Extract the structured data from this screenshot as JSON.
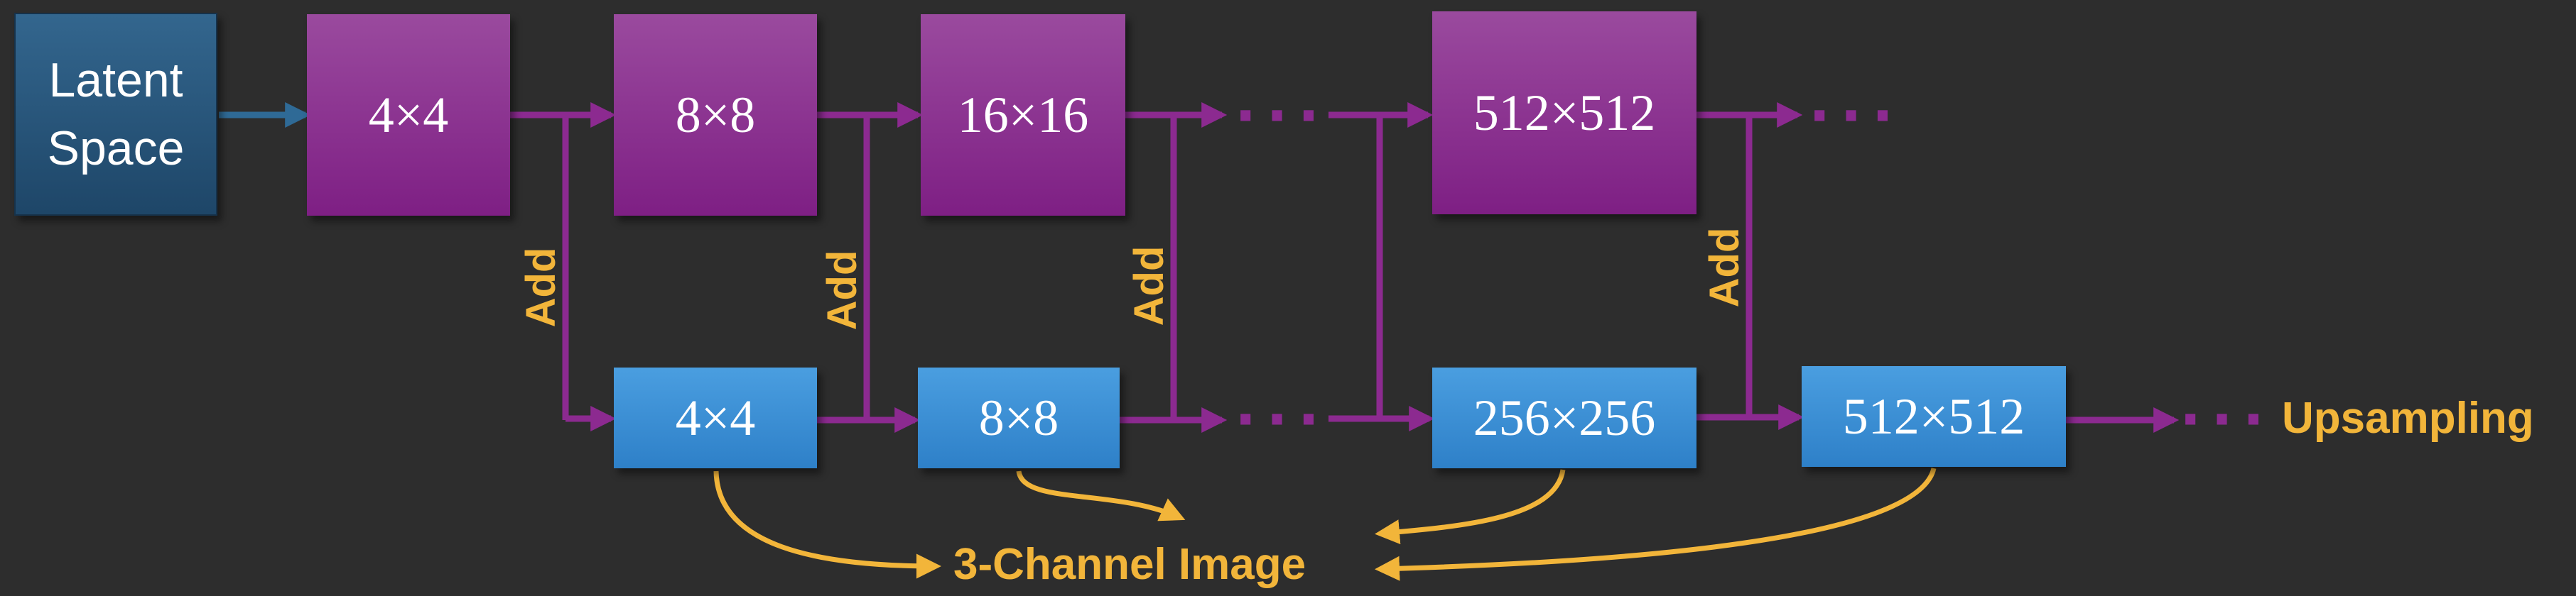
{
  "latent_space": {
    "label": "Latent\nSpace"
  },
  "progressive_row": [
    "4×4",
    "8×8",
    "16×16",
    "512×512"
  ],
  "upsample_row": [
    "4×4",
    "8×8",
    "256×256",
    "512×512"
  ],
  "add_label": "Add",
  "ellipsis": "···",
  "upsampling_label": "Upsampling",
  "output_label": "3-Channel Image",
  "colors": {
    "background": "#2d2d2d",
    "latent_box": "#275478",
    "progressive_box": "#8a2e8e",
    "upsample_box": "#3a8fd6",
    "connector": "#8c2a90",
    "accent_orange": "#f2b53a"
  }
}
